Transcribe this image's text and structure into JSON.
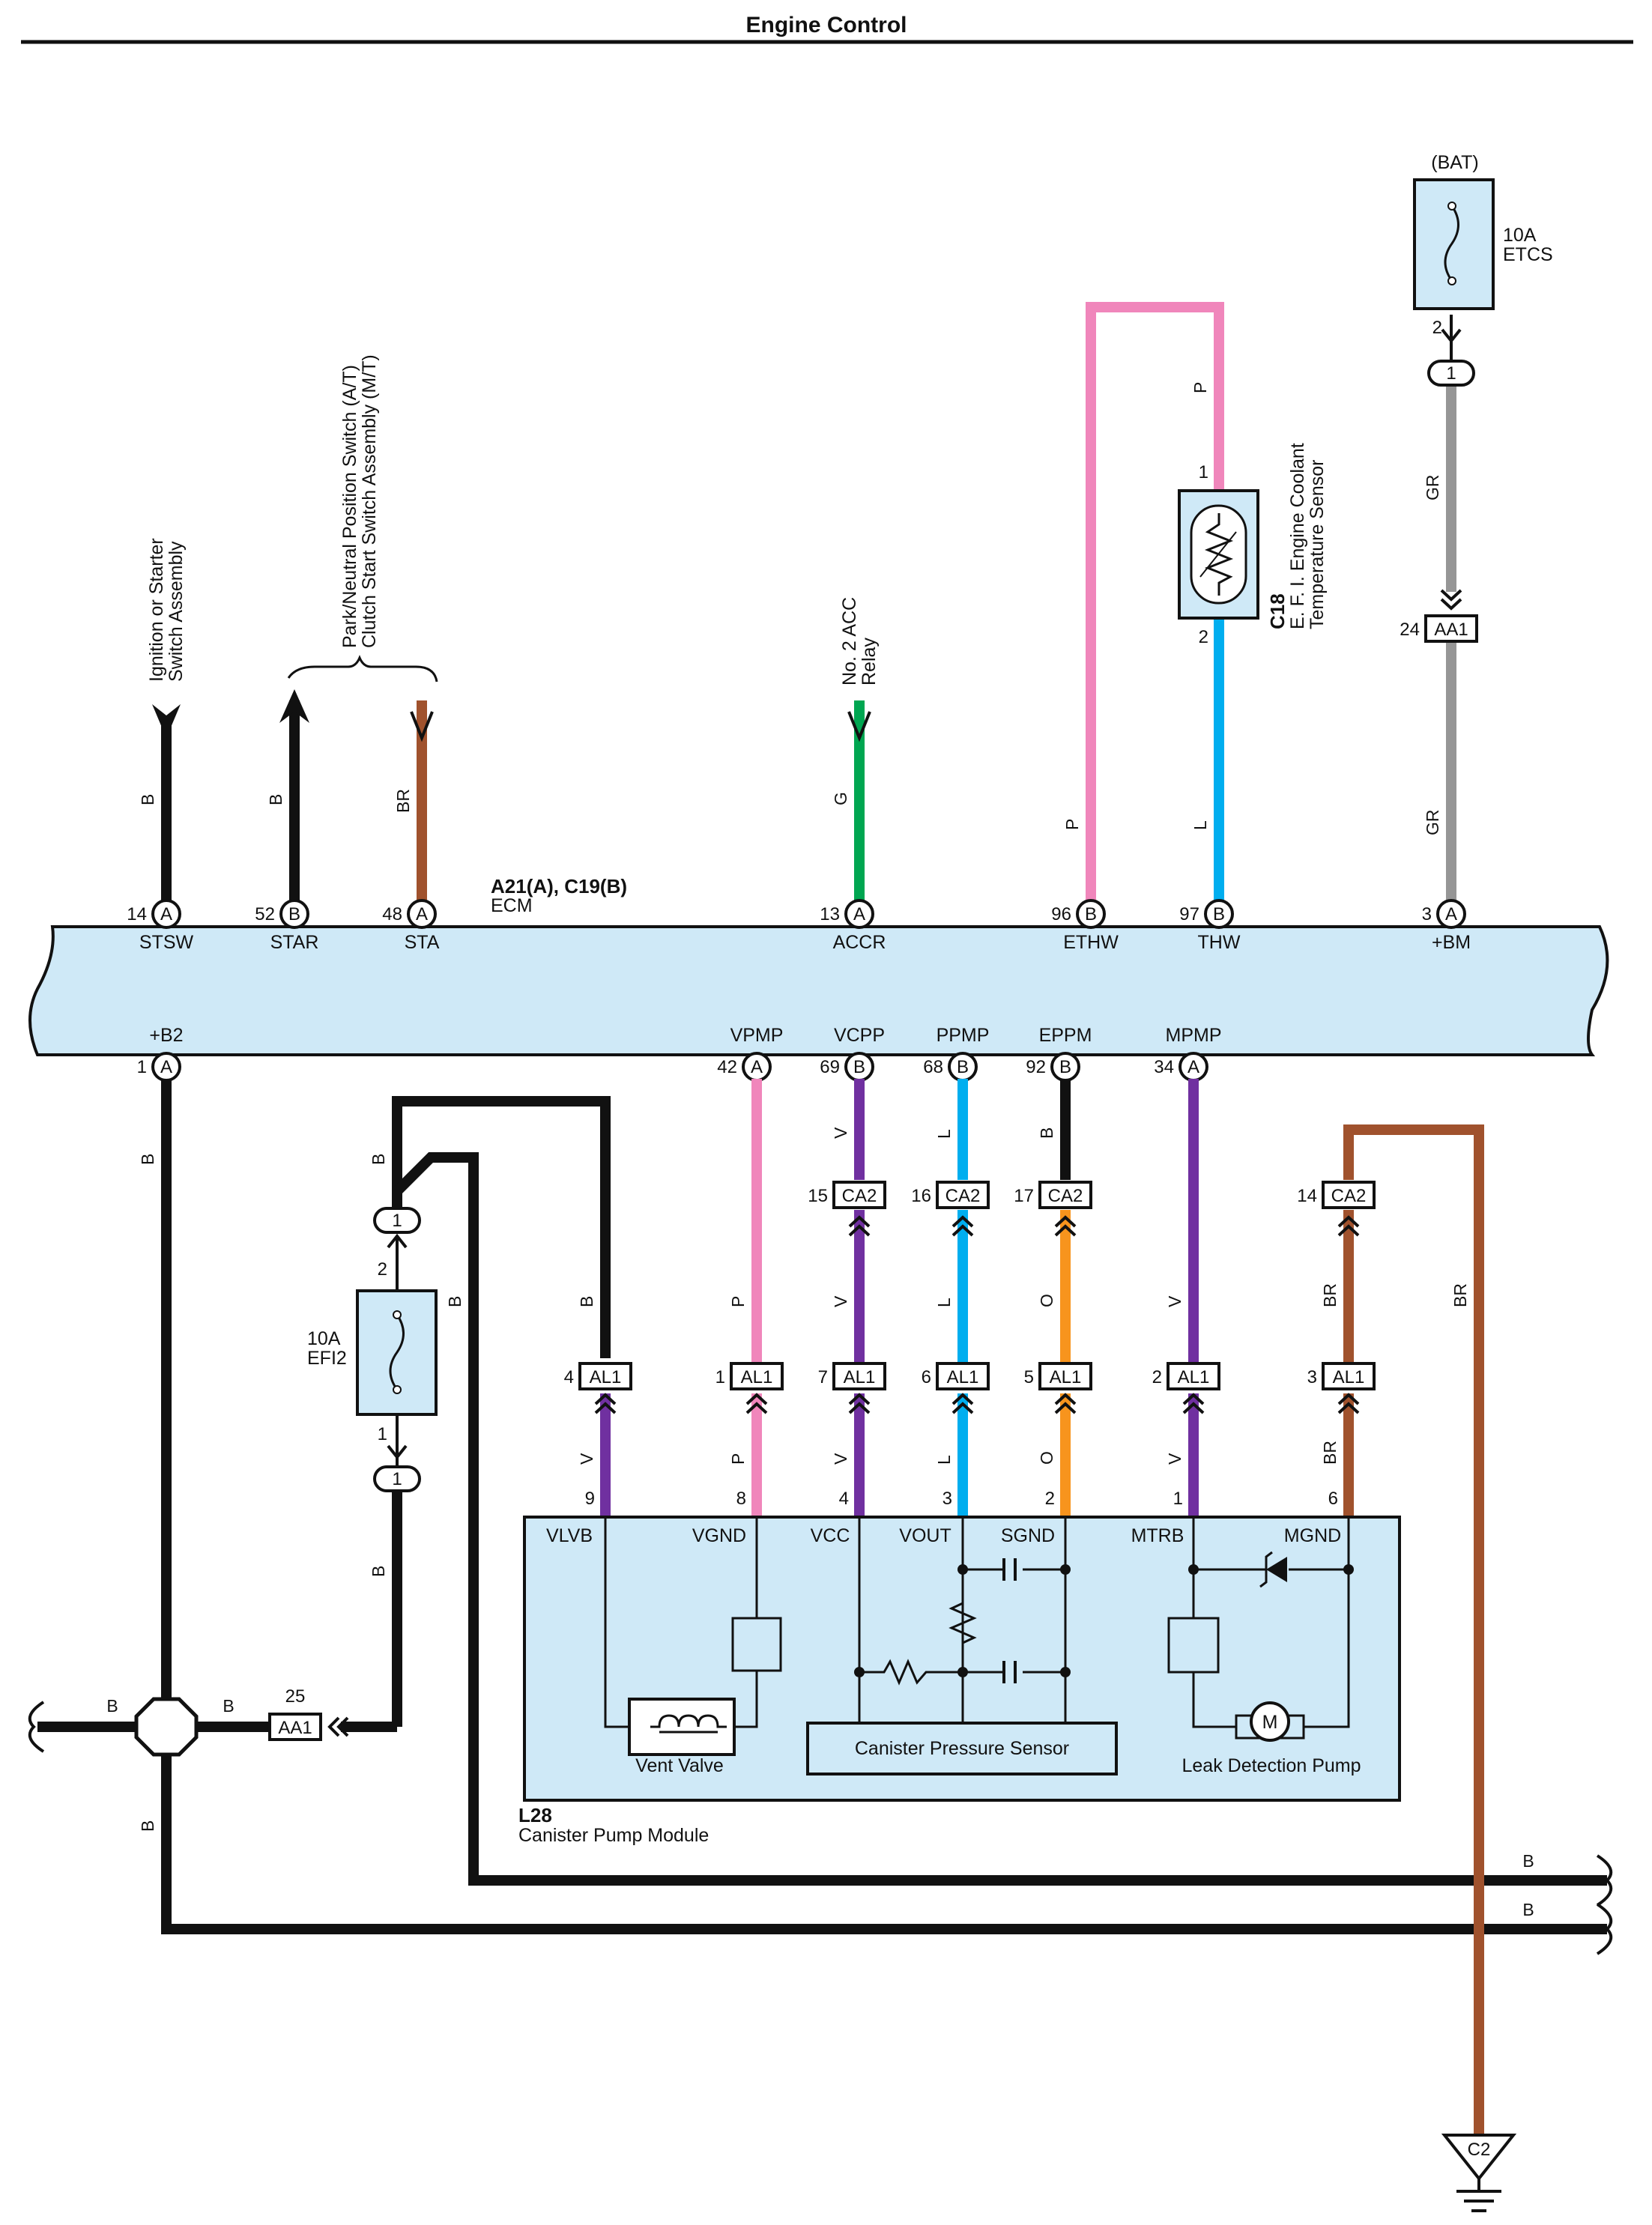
{
  "page": {
    "title": "Engine Control"
  },
  "ecm": {
    "code": "A21(A), C19(B)",
    "name": "ECM",
    "top_pins": [
      {
        "num": "14",
        "conn": "A",
        "name": "STSW",
        "wire": "B"
      },
      {
        "num": "52",
        "conn": "B",
        "name": "STAR",
        "wire": "B"
      },
      {
        "num": "48",
        "conn": "A",
        "name": "STA",
        "wire": "BR"
      },
      {
        "num": "13",
        "conn": "A",
        "name": "ACCR",
        "wire": "G"
      },
      {
        "num": "96",
        "conn": "B",
        "name": "ETHW",
        "wire": "P"
      },
      {
        "num": "97",
        "conn": "B",
        "name": "THW",
        "wire": "L"
      },
      {
        "num": "3",
        "conn": "A",
        "name": "+BM",
        "wire": "GR"
      }
    ],
    "bottom_pins": [
      {
        "num": "1",
        "conn": "A",
        "name": "+B2",
        "wire": "B"
      },
      {
        "num": "42",
        "conn": "A",
        "name": "VPMP",
        "wire": "P"
      },
      {
        "num": "69",
        "conn": "B",
        "name": "VCPP",
        "wire": "V"
      },
      {
        "num": "68",
        "conn": "B",
        "name": "PPMP",
        "wire": "L"
      },
      {
        "num": "92",
        "conn": "B",
        "name": "EPPM",
        "wire": "B"
      },
      {
        "num": "34",
        "conn": "A",
        "name": "MPMP",
        "wire": "V"
      }
    ]
  },
  "components": {
    "ignition": {
      "line1": "Ignition or Starter",
      "line2": "Switch Assembly"
    },
    "park_neutral": {
      "line1": "Park/Neutral Position Switch (A/T)",
      "line2": "Clutch Start Switch Assembly (M/T)"
    },
    "acc_relay": {
      "line1": "No. 2 ACC",
      "line2": "Relay"
    },
    "coolant_sensor": {
      "code": "C18",
      "line1": "E. F. I.  Engine Coolant",
      "line2": "Temperature Sensor",
      "pin_top": "1",
      "pin_bottom": "2",
      "wire_top": "P"
    },
    "fuse_etcs": {
      "source": "(BAT)",
      "rating": "10A",
      "name": "ETCS",
      "pin": "2",
      "splice": "1"
    },
    "fuse_efi2": {
      "rating": "10A",
      "name": "EFI2",
      "pin_top": "2",
      "pin_bottom": "1",
      "splice_top": "1",
      "splice_bottom": "1"
    },
    "canister_module": {
      "code": "L28",
      "name": "Canister Pump Module",
      "terminals": [
        "VLVB",
        "VGND",
        "VCC",
        "VOUT",
        "SGND",
        "MTRB",
        "MGND"
      ],
      "pin_numbers": [
        "9",
        "8",
        "4",
        "3",
        "2",
        "1",
        "6"
      ],
      "vent_valve": "Vent Valve",
      "pressure_sensor": "Canister Pressure Sensor",
      "leak_pump": "Leak Detection Pump",
      "motor_letter": "M"
    },
    "ground": {
      "code": "C2"
    }
  },
  "connectors": {
    "aa1_top": {
      "num": "24",
      "code": "AA1"
    },
    "aa1_bottom": {
      "num": "25",
      "code": "AA1"
    },
    "ca2": [
      {
        "num": "15",
        "code": "CA2",
        "wire": "V"
      },
      {
        "num": "16",
        "code": "CA2",
        "wire": "L"
      },
      {
        "num": "17",
        "code": "CA2",
        "wire": "O"
      },
      {
        "num": "14",
        "code": "CA2",
        "wire": "BR"
      }
    ],
    "al1": [
      {
        "num": "4",
        "code": "AL1",
        "wire_above": "B",
        "wire_below": "V"
      },
      {
        "num": "1",
        "code": "AL1",
        "wire_above": "P",
        "wire_below": "P"
      },
      {
        "num": "7",
        "code": "AL1",
        "wire_above": "V",
        "wire_below": "V"
      },
      {
        "num": "6",
        "code": "AL1",
        "wire_above": "L",
        "wire_below": "L"
      },
      {
        "num": "5",
        "code": "AL1",
        "wire_above": "O",
        "wire_below": "O"
      },
      {
        "num": "2",
        "code": "AL1",
        "wire_above": "V",
        "wire_below": "V"
      },
      {
        "num": "3",
        "code": "AL1",
        "wire_above": "BR",
        "wire_below": "BR"
      }
    ]
  },
  "wire_labels": {
    "gr": "GR",
    "b": "B",
    "br": "BR",
    "p": "P"
  },
  "colors": {
    "black": "#111111",
    "brown": "#a0522d",
    "green": "#00a651",
    "pink": "#f086bb",
    "blue": "#00aeef",
    "gray": "#969696",
    "violet": "#7030a0",
    "orange": "#f7941d",
    "module_fill": "#cfe9f7"
  }
}
